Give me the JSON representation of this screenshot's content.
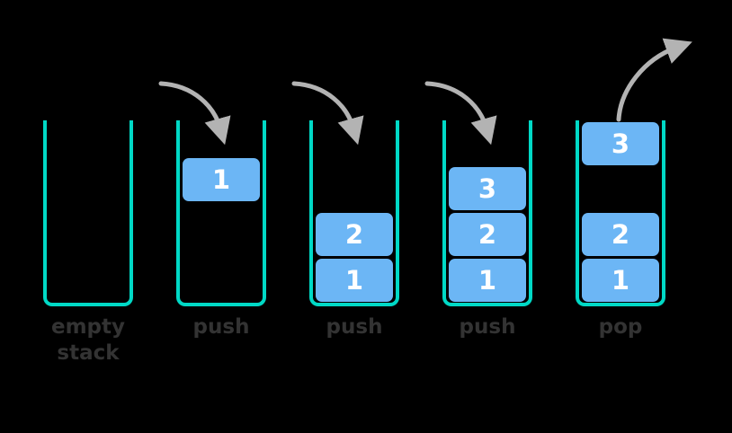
{
  "diagram": {
    "title": "stack push and pop operations",
    "background_color": "#000000",
    "vessel_color": "#00d9c6",
    "tile_color": "#6cb6f5",
    "tile_text_color": "#ffffff",
    "caption_color": "#333333",
    "arrow_color": "#b3b3b3"
  },
  "columns": [
    {
      "id": "empty-stack",
      "caption": "empty\nstack",
      "tiles": [],
      "arrow": null
    },
    {
      "id": "push-1",
      "caption": "push",
      "tiles": [
        {
          "value": "1",
          "position": "top",
          "state": "incoming"
        }
      ],
      "arrow": {
        "type": "push",
        "direction": "down-into-stack"
      }
    },
    {
      "id": "push-2",
      "caption": "push",
      "tiles": [
        {
          "value": "2",
          "position": "second-from-bottom",
          "state": "settled"
        },
        {
          "value": "1",
          "position": "bottom",
          "state": "settled"
        }
      ],
      "arrow": {
        "type": "push",
        "direction": "down-into-stack"
      }
    },
    {
      "id": "push-3",
      "caption": "push",
      "tiles": [
        {
          "value": "3",
          "position": "third-from-bottom",
          "state": "settled"
        },
        {
          "value": "2",
          "position": "second-from-bottom",
          "state": "settled"
        },
        {
          "value": "1",
          "position": "bottom",
          "state": "settled"
        }
      ],
      "arrow": {
        "type": "push",
        "direction": "down-into-stack"
      }
    },
    {
      "id": "pop",
      "caption": "pop",
      "tiles": [
        {
          "value": "3",
          "position": "top",
          "state": "outgoing"
        },
        {
          "value": "2",
          "position": "second-from-bottom",
          "state": "settled"
        },
        {
          "value": "1",
          "position": "bottom",
          "state": "settled"
        }
      ],
      "arrow": {
        "type": "pop",
        "direction": "up-out-of-stack"
      }
    }
  ]
}
